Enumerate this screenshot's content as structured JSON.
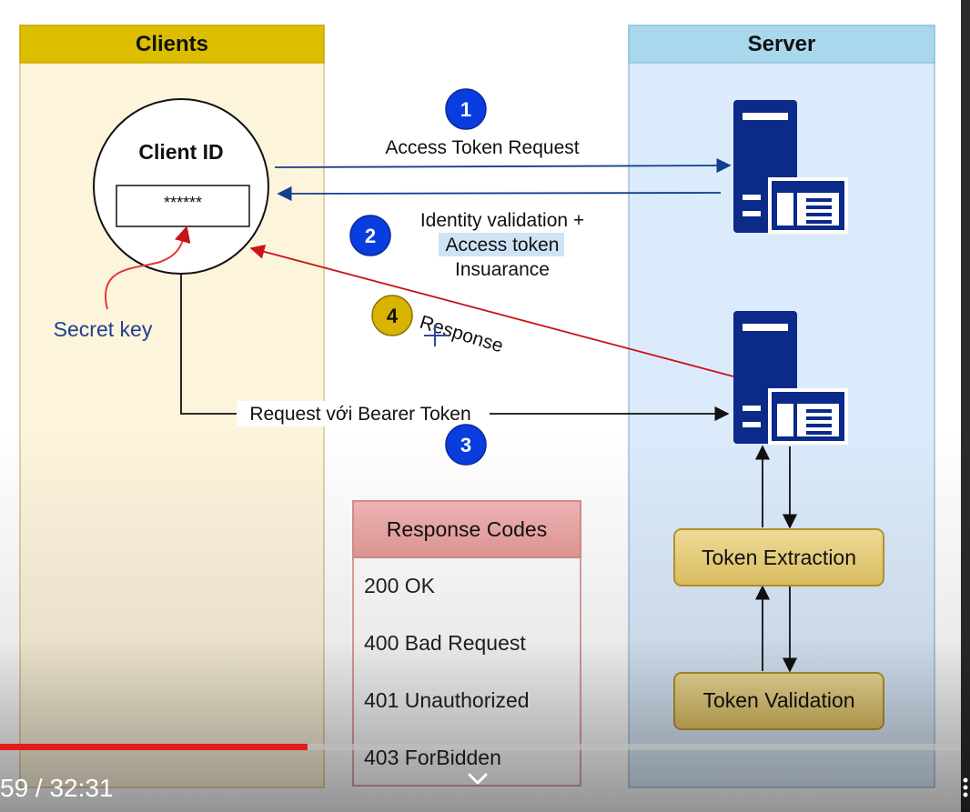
{
  "lanes": {
    "clients": "Clients",
    "server": "Server"
  },
  "client": {
    "title": "Client ID",
    "secret_value": "******",
    "secret_label": "Secret key"
  },
  "steps": [
    {
      "number": "1",
      "label": "Access Token Request"
    },
    {
      "number": "2",
      "label_line1": "Identity validation +",
      "label_line2": "Access token",
      "label_line3": "Insuarance"
    },
    {
      "number": "3",
      "label": "Request với Bearer Token"
    },
    {
      "number": "4",
      "label": "Response"
    }
  ],
  "pipeline": {
    "extraction": "Token Extraction",
    "validation": "Token Validation"
  },
  "response_codes": {
    "header": "Response Codes",
    "items": [
      "200 OK",
      "400 Bad Request",
      "401 Unauthorized",
      "403 ForBidden"
    ]
  },
  "player": {
    "time": "59 / 32:31",
    "progress": 0.317
  },
  "colors": {
    "clients_header": "#dcbd00",
    "clients_body": "#fdf4dc",
    "server_header": "#a9d8ec",
    "server_body": "#dcebfb",
    "blue_badge": "#0a3de0",
    "yellow_badge": "#d8b400",
    "server_icon": "#0b2a8a",
    "arrow_blue": "#123f8c",
    "arrow_red": "#c81414",
    "pipeline_box": "#f1d98a",
    "codes_header": "#eaa2a2",
    "progress": "#e21b1b"
  }
}
